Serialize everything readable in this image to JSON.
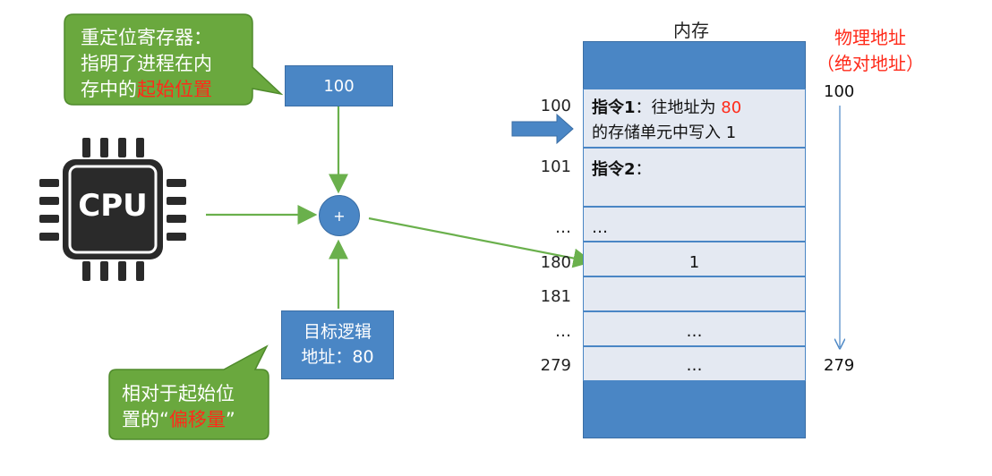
{
  "callout_top": {
    "line1": "重定位寄存器：",
    "line2": "指明了进程在内",
    "line3_prefix": "存中的",
    "line3_highlight": "起始位置"
  },
  "register_value": "100",
  "cpu_label": "CPU",
  "adder_symbol": "+",
  "target_box": {
    "line1": "目标逻辑",
    "line2": "地址：80"
  },
  "callout_bottom": {
    "line1": "相对于起始位",
    "line2_prefix": "置的“",
    "line2_highlight": "偏移量",
    "line2_suffix": "”"
  },
  "memory": {
    "title": "内存",
    "rows": [
      {
        "addr": "100",
        "bold": "指令1",
        "text": "：往地址为 ",
        "highlight": "80",
        "text2": "的存储单元中写入 1"
      },
      {
        "addr": "101",
        "bold": "指令2",
        "text": "："
      },
      {
        "addr": "…",
        "text": "…"
      },
      {
        "addr": "180",
        "text": "1"
      },
      {
        "addr": "181",
        "text": ""
      },
      {
        "addr": "…",
        "text": "…"
      },
      {
        "addr": "279",
        "text": "…"
      }
    ]
  },
  "physical": {
    "title_line1": "物理地址",
    "title_line2": "（绝对地址）",
    "start": "100",
    "end": "279"
  },
  "colors": {
    "callout_green": "#6aa83e",
    "box_blue": "#4a86c5",
    "mem_cell": "#e4e9f2",
    "arrow_green": "#6ab04c",
    "red_text": "#ff2a1a"
  }
}
